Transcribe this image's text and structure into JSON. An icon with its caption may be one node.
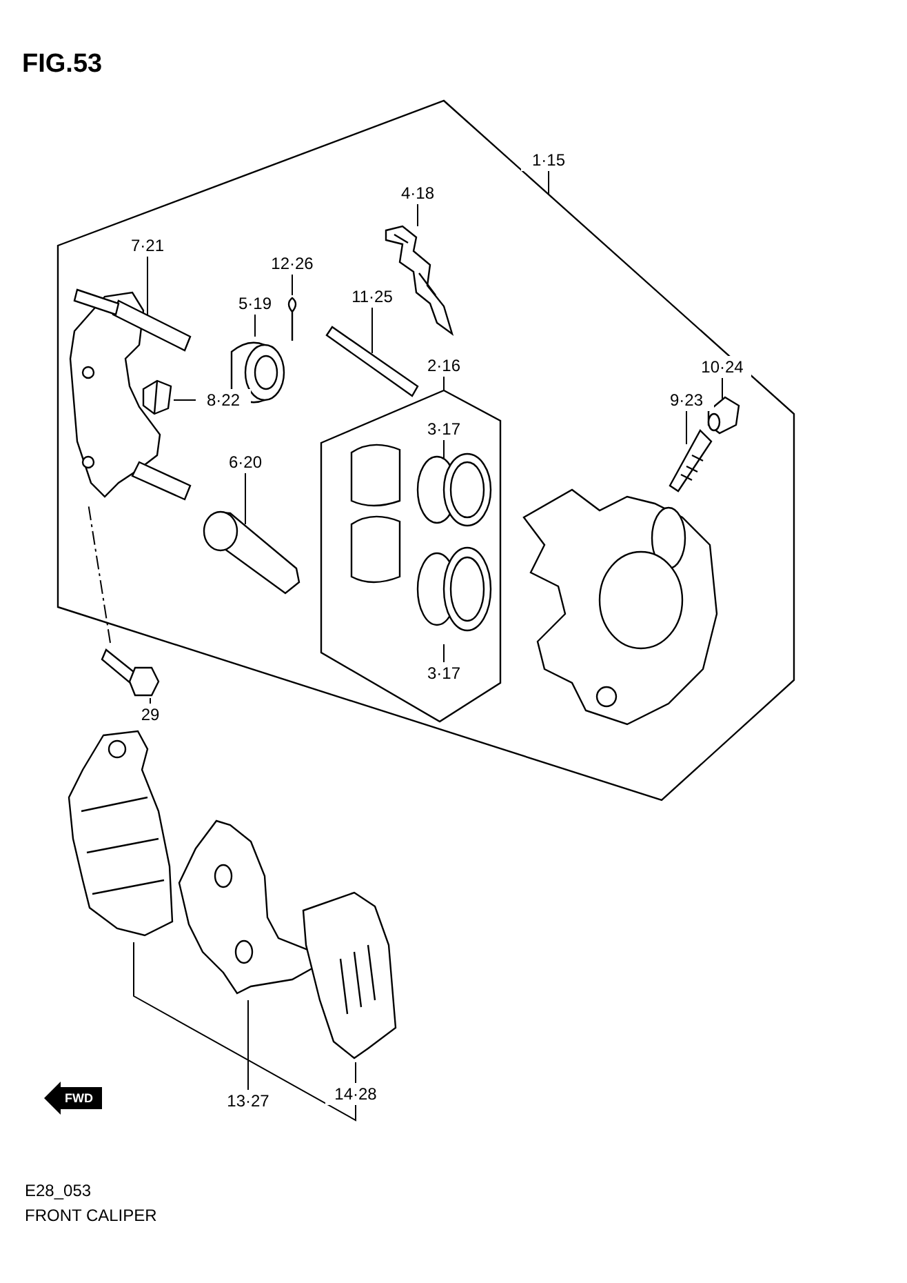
{
  "diagram": {
    "title": "FIG.53",
    "caption": "FRONT CALIPER",
    "nodes": [
      {
        "text": [],
        "shape": "hexagon"
      },
      {
        "text": [
          "1·15"
        ]
      },
      {
        "text": [
          "4·18"
        ],
        "in": 0
      },
      {
        "text": [],
        "shape": "picture",
        "in": 0
      },
      {
        "text": [
          "7·21"
        ],
        "in": 0
      },
      {
        "text": [],
        "shape": "picture",
        "in": 0
      },
      {
        "text": [
          "12·26"
        ],
        "in": 0
      },
      {
        "text": [],
        "shape": "picture",
        "in": 0
      },
      {
        "text": [
          "5·19"
        ],
        "in": 0
      },
      {
        "text": [],
        "shape": "picture",
        "in": 0
      },
      {
        "text": [
          "11·25"
        ],
        "in": 0
      },
      {
        "text": [],
        "shape": "picture",
        "in": 0
      },
      {
        "text": [
          "2·16"
        ],
        "in": 0
      },
      {
        "text": [],
        "shape": "hexagon",
        "in": 0
      },
      {
        "text": [
          "10·24"
        ],
        "in": 0
      },
      {
        "text": [],
        "shape": "picture",
        "in": 0
      },
      {
        "text": [
          "9·23"
        ],
        "in": 0
      },
      {
        "text": [],
        "shape": "picture",
        "in": 0
      },
      {
        "text": [
          "8·22"
        ],
        "in": 0
      },
      {
        "text": [],
        "shape": "picture",
        "in": 0
      },
      {
        "text": [
          "3·17"
        ],
        "in": 13
      },
      {
        "text": [],
        "shape": "picture",
        "in": 13
      },
      {
        "text": [
          "6·20"
        ],
        "in": 0
      },
      {
        "text": [],
        "shape": "picture",
        "in": 0
      },
      {
        "text": [],
        "shape": "picture",
        "in": 13
      },
      {
        "text": [
          "3·17"
        ],
        "in": 13
      },
      {
        "text": [],
        "shape": "picture"
      },
      {
        "text": [
          "29"
        ]
      },
      {
        "text": [],
        "shape": "picture"
      },
      {
        "text": [],
        "shape": "picture"
      },
      {
        "text": [],
        "shape": "picture"
      },
      {
        "text": [
          "13·27"
        ]
      },
      {
        "text": [
          "14·28"
        ]
      }
    ],
    "edges": [
      {
        "from": 1,
        "to": 0,
        "arrow": "none"
      },
      {
        "from": 2,
        "to": 3,
        "arrow": "none"
      },
      {
        "from": 4,
        "to": 5,
        "arrow": "none"
      },
      {
        "from": 6,
        "to": 7,
        "arrow": "none"
      },
      {
        "from": 8,
        "to": 9,
        "arrow": "none"
      },
      {
        "from": 10,
        "to": 11,
        "arrow": "none"
      },
      {
        "from": 12,
        "to": 13,
        "arrow": "none"
      },
      {
        "from": 14,
        "to": 15,
        "arrow": "none"
      },
      {
        "from": 16,
        "to": 17,
        "arrow": "none"
      },
      {
        "from": 18,
        "to": 19,
        "arrow": "none"
      },
      {
        "from": 20,
        "to": 21,
        "arrow": "none"
      },
      {
        "from": 22,
        "to": 23,
        "arrow": "none"
      },
      {
        "from": 25,
        "to": 24,
        "arrow": "none"
      },
      {
        "from": 27,
        "to": 26,
        "arrow": "none"
      },
      {
        "from": 26,
        "to": 5,
        "arrow": "none",
        "style": "dashed"
      },
      {
        "from": 31,
        "to": 29,
        "arrow": "none"
      },
      {
        "from": 32,
        "to": 30,
        "arrow": "none"
      },
      {
        "from": 32,
        "to": 28,
        "arrow": "none"
      }
    ],
    "labels": [
      "FWD",
      "E28_053"
    ]
  }
}
